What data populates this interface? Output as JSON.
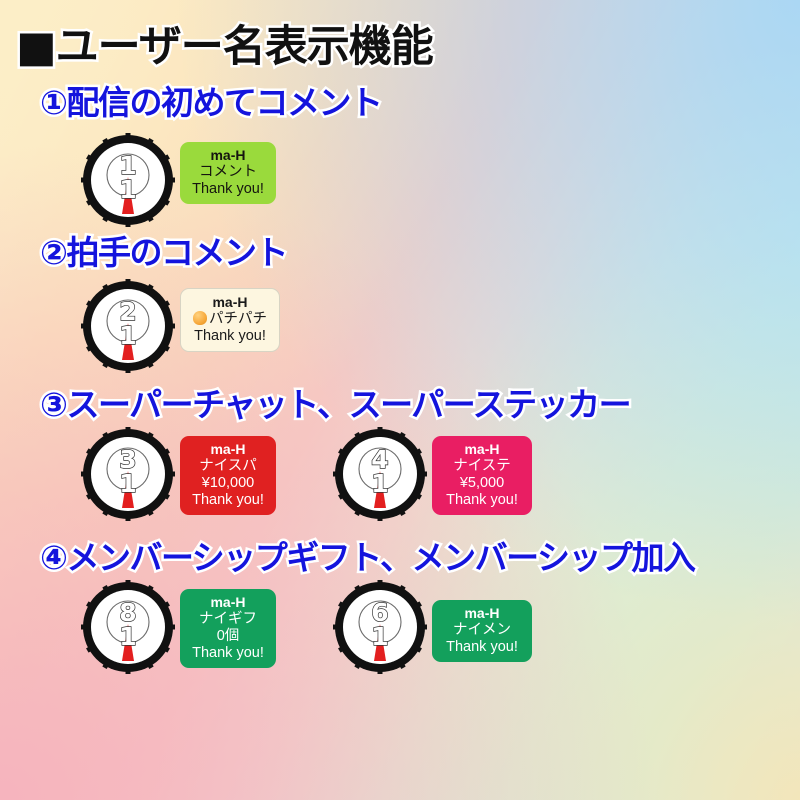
{
  "page": {
    "title": "■ユーザー名表示機能"
  },
  "colors": {
    "title_text": "#111111",
    "section_text": "#1414dd",
    "text_outline": "#ffffff",
    "bubble_green": "#9ada3c",
    "bubble_cream": "#fdf6e0",
    "bubble_red": "#e02121",
    "bubble_pink": "#e91e63",
    "bubble_teal": "#13a05c",
    "gauge_ring": "#111111",
    "gauge_face": "#ffffff",
    "gauge_needle": "#e31f1f"
  },
  "sections": [
    {
      "heading": "①配信の初めてコメント",
      "entries": [
        {
          "gauge": {
            "top_digit": "1",
            "bottom_digit": "1"
          },
          "bubble": {
            "style": "green",
            "name": "ma-H",
            "lines": [
              "コメント",
              "Thank you!"
            ],
            "emoji": false
          }
        }
      ]
    },
    {
      "heading": "②拍手のコメント",
      "entries": [
        {
          "gauge": {
            "top_digit": "2",
            "bottom_digit": "1"
          },
          "bubble": {
            "style": "cream",
            "name": "ma-H",
            "lines": [
              "パチパチ",
              "Thank you!"
            ],
            "emoji": true,
            "emoji_name": "clapping-hands-emoji"
          }
        }
      ]
    },
    {
      "heading": "③スーパーチャット、スーパーステッカー",
      "entries": [
        {
          "gauge": {
            "top_digit": "3",
            "bottom_digit": "1"
          },
          "bubble": {
            "style": "red",
            "name": "ma-H",
            "lines": [
              "ナイスパ",
              "¥10,000",
              "Thank you!"
            ],
            "emoji": false
          }
        },
        {
          "gauge": {
            "top_digit": "4",
            "bottom_digit": "1"
          },
          "bubble": {
            "style": "pink",
            "name": "ma-H",
            "lines": [
              "ナイステ",
              "¥5,000",
              "Thank you!"
            ],
            "emoji": false
          }
        }
      ]
    },
    {
      "heading": "④メンバーシップギフト、メンバーシップ加入",
      "entries": [
        {
          "gauge": {
            "top_digit": "8",
            "bottom_digit": "1"
          },
          "bubble": {
            "style": "teal",
            "name": "ma-H",
            "lines": [
              "ナイギフ",
              "0個",
              "Thank you!"
            ],
            "emoji": false
          }
        },
        {
          "gauge": {
            "top_digit": "6",
            "bottom_digit": "1"
          },
          "bubble": {
            "style": "teal",
            "name": "ma-H",
            "lines": [
              "ナイメン",
              "Thank you!"
            ],
            "emoji": false
          }
        }
      ]
    }
  ]
}
